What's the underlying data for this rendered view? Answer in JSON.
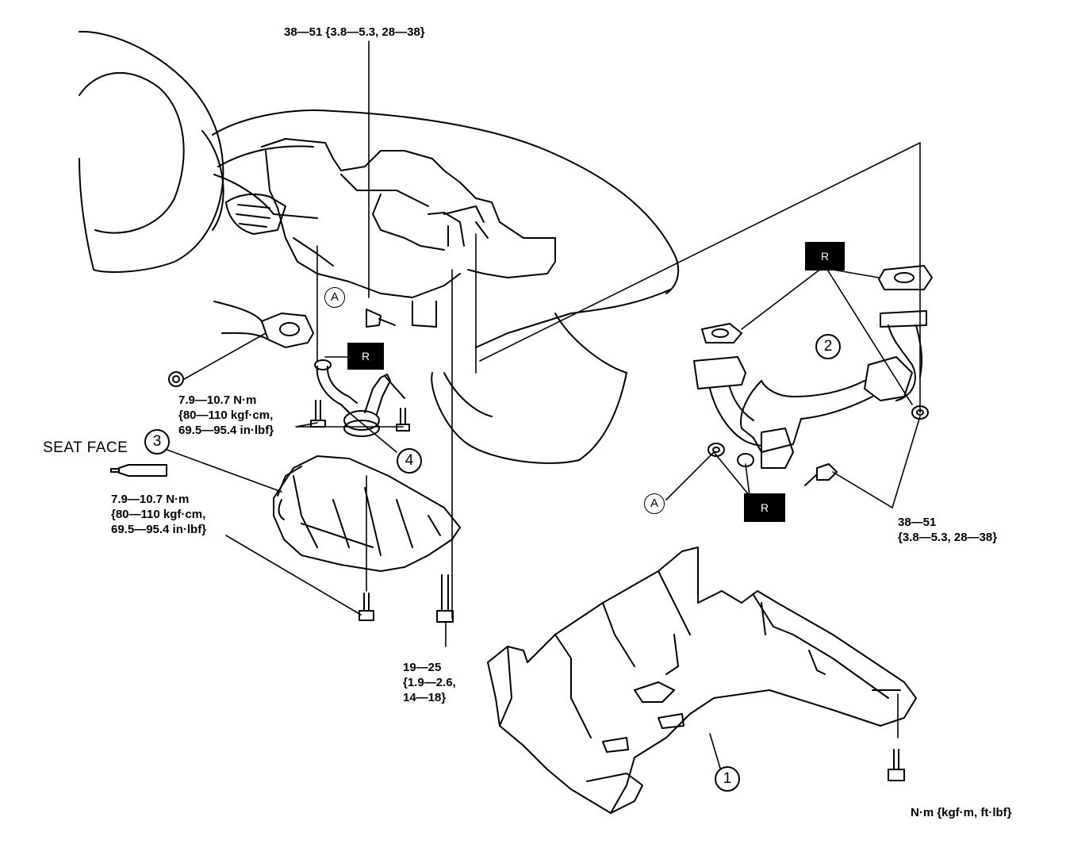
{
  "torque": {
    "top_bolt": "38—51 {3.8—5.3, 28—38}",
    "right_nuts_1": "38—51",
    "right_nuts_2": "{3.8—5.3, 28—38}",
    "strainer_1": "7.9—10.7 N·m",
    "strainer_2": "{80—110 kgf·cm,",
    "strainer_3": "69.5—95.4 in·lbf}",
    "pan_1": "7.9—10.7 N·m",
    "pan_2": "{80—110 kgf·cm,",
    "pan_3": "69.5—95.4 in·lbf}",
    "center_1": "19—25",
    "center_2": "{1.9—2.6,",
    "center_3": "14—18}"
  },
  "labels": {
    "seat_face": "SEAT FACE",
    "units": "N·m {kgf·m, ft·lbf}"
  },
  "markers": {
    "item_1": "1",
    "item_2": "2",
    "item_3": "3",
    "item_4": "4",
    "point_a": "A",
    "replace": "R"
  },
  "colors": {
    "line": "#000000",
    "background": "#ffffff"
  }
}
